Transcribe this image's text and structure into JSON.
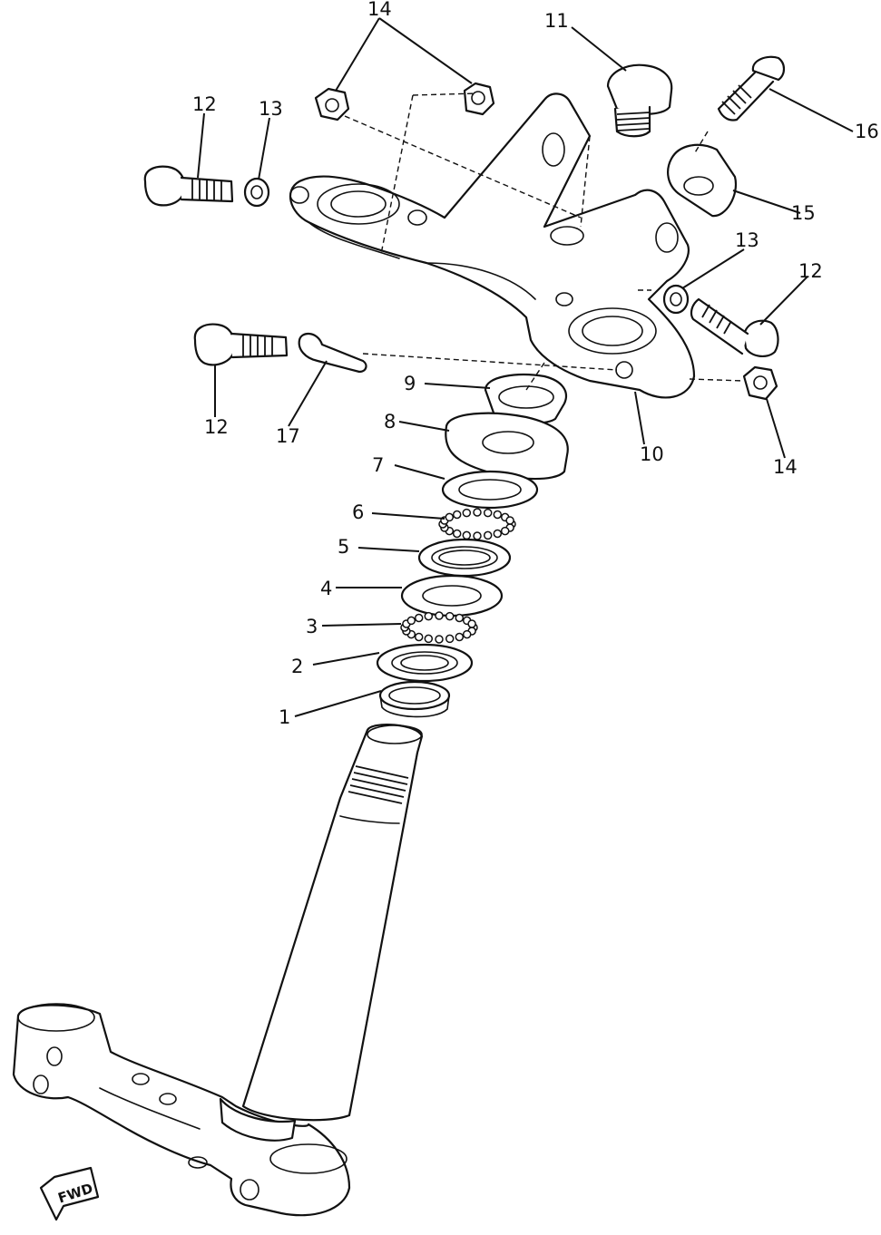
{
  "labels": {
    "l1": "1",
    "l2": "2",
    "l3": "3",
    "l4": "4",
    "l5": "5",
    "l6": "6",
    "l7": "7",
    "l8": "8",
    "l9": "9",
    "l10": "10",
    "l11": "11",
    "l12a": "12",
    "l12b": "12",
    "l12c": "12",
    "l13a": "13",
    "l13b": "13",
    "l14a": "14",
    "l14b": "14",
    "l15": "15",
    "l16": "16",
    "l17": "17"
  },
  "badge": {
    "fwd": "FWD"
  }
}
